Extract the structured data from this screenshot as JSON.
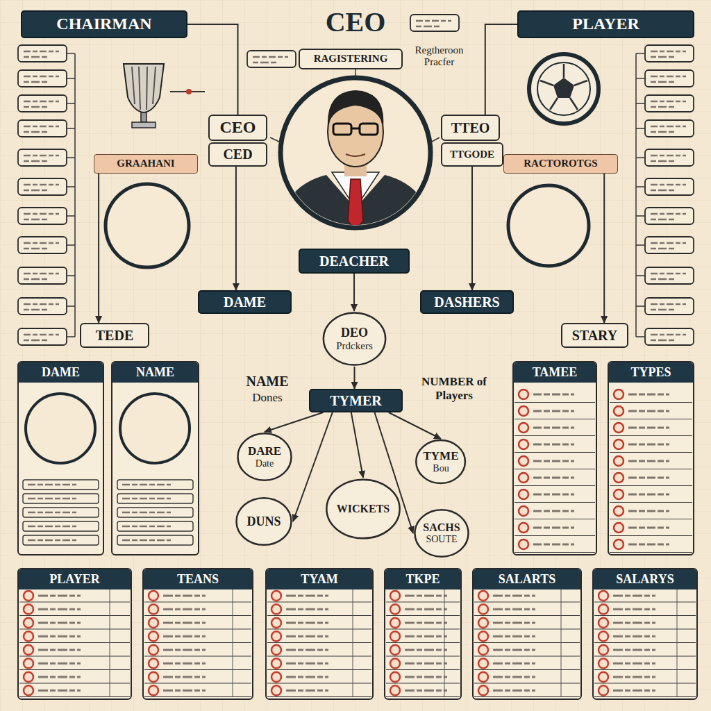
{
  "diagram": {
    "title": "CEO",
    "nodes": [
      {
        "text": [
          "CHAIRMAN"
        ]
      },
      {
        "text": [
          "PLAYER"
        ]
      },
      {
        "text": [
          "RAGISTERING"
        ]
      },
      {
        "text": [
          "CEO"
        ]
      },
      {
        "text": [
          "CED"
        ]
      },
      {
        "text": [
          "TTEO"
        ]
      },
      {
        "text": [
          "TTGODE"
        ]
      },
      {
        "text": [
          "RACTOROTGS"
        ]
      },
      {
        "text": [
          "GRAAHANI"
        ]
      },
      {
        "text": [
          "DEACHER"
        ]
      },
      {
        "text": [
          "DAME"
        ]
      },
      {
        "text": [
          "DASHERS"
        ]
      },
      {
        "text": [
          "DEO",
          "Prdckers"
        ]
      },
      {
        "text": [
          "TYMER"
        ]
      },
      {
        "text": [
          "DARE",
          "Date"
        ]
      },
      {
        "text": [
          "TYME",
          "Bou"
        ]
      },
      {
        "text": [
          "DUNS"
        ]
      },
      {
        "text": [
          "WICKETS"
        ]
      },
      {
        "text": [
          "SACHS",
          "SOUTE"
        ]
      },
      {
        "text": [
          "TEDE"
        ]
      },
      {
        "text": [
          "STARY"
        ]
      },
      {
        "text": [
          "DAME"
        ]
      },
      {
        "text": [
          "NAME"
        ]
      },
      {
        "text": [
          "TAMEE"
        ]
      },
      {
        "text": [
          "TYPES"
        ]
      },
      {
        "text": [
          "PLAYER"
        ]
      },
      {
        "text": [
          "TEANS"
        ]
      },
      {
        "text": [
          "TYAM"
        ]
      },
      {
        "text": [
          "TKPE"
        ]
      },
      {
        "text": [
          "SALARTS"
        ]
      },
      {
        "text": [
          "SALARYS"
        ]
      }
    ],
    "edges": [
      {
        "from": 0,
        "to": 3,
        "arrow": "none"
      },
      {
        "from": 1,
        "to": 5,
        "arrow": "none"
      },
      {
        "from": 4,
        "to": 10,
        "arrow": "to"
      },
      {
        "from": 6,
        "to": 11,
        "arrow": "to"
      },
      {
        "from": 9,
        "to": 12,
        "arrow": "to"
      },
      {
        "from": 12,
        "to": 13,
        "arrow": "to"
      },
      {
        "from": 13,
        "to": 14,
        "arrow": "to"
      },
      {
        "from": 13,
        "to": 16,
        "arrow": "to"
      },
      {
        "from": 13,
        "to": 17,
        "arrow": "to"
      },
      {
        "from": 13,
        "to": 15,
        "arrow": "to"
      },
      {
        "from": 13,
        "to": 18,
        "arrow": "to"
      },
      {
        "from": 8,
        "to": 19,
        "arrow": "to"
      },
      {
        "from": 7,
        "to": 20,
        "arrow": "to"
      }
    ],
    "labels": [
      "Regtheroon Pracfer",
      "NAME",
      "Dones",
      "NUMBER of Players"
    ]
  }
}
